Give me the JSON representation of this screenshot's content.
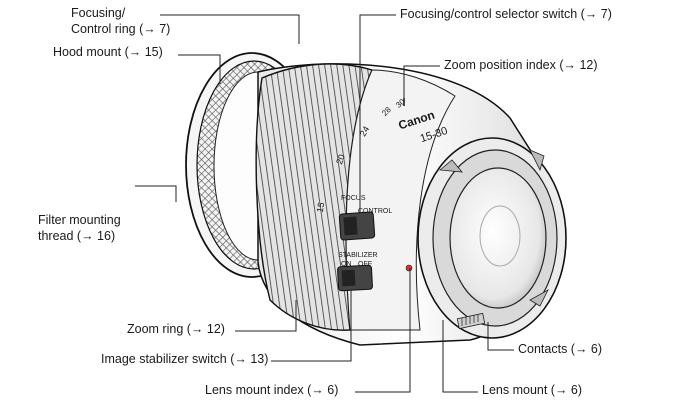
{
  "labels": {
    "focus_ring_1": "Focusing/",
    "focus_ring_2": "Control ring (→ 7)",
    "hood_mount": "Hood mount (→ 15)",
    "filter_thread_1": "Filter mounting",
    "filter_thread_2": "thread (→ 16)",
    "zoom_ring": "Zoom ring (→ 12)",
    "stabilizer_switch": "Image stabilizer switch (→ 13)",
    "lens_mount_index": "Lens mount index (→ 6)",
    "selector_switch": "Focusing/control selector switch (→ 7)",
    "zoom_index": "Zoom position index (→ 12)",
    "contacts": "Contacts (→ 6)",
    "lens_mount": "Lens mount (→ 6)"
  },
  "lens_markings": {
    "brand": "Canon",
    "focal_range": "15-30",
    "scale_15": "15",
    "scale_20": "20",
    "scale_24": "24",
    "scale_28": "28",
    "scale_30": "30",
    "switch_focus": "FOCUS",
    "switch_control": "CONTROL",
    "stabilizer_title": "STABILIZER",
    "stabilizer_on": "ON",
    "stabilizer_off": "OFF"
  }
}
